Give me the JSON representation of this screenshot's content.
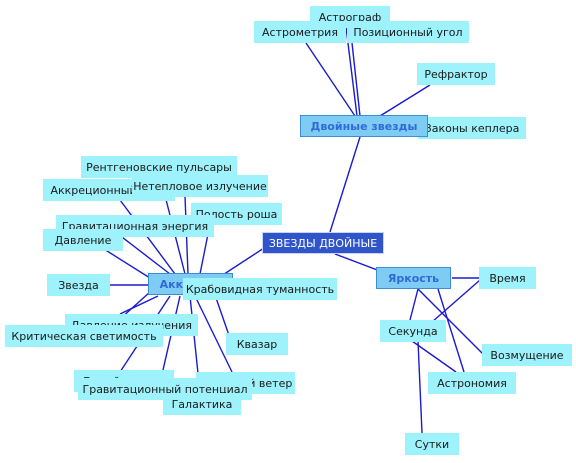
{
  "root": "ЗВЕЗДЫ ДВОЙНЫЕ",
  "hubs": {
    "binary": "Двойные звезды",
    "accretion": "Аккреция",
    "brightness": "Яркость"
  },
  "binary_children": {
    "astrograph": "Астрограф",
    "astrometry": "Астрометрия",
    "position_angle": "Позиционный угол",
    "refractor": "Рефрактор",
    "kepler_laws": "Законы кеплера"
  },
  "accretion_children": {
    "xray_pulsars": "Рентгеновские пульсары",
    "accretion_disk": "Аккреционный диск",
    "nonthermal": "Нетепловое излучение",
    "roche_lobe": "Полость роша",
    "grav_energy": "Гравитационная энергия",
    "pressure": "Давление",
    "star": "Звезда",
    "crab_nebula": "Крабовидная туманность",
    "radiation_pressure": "Давление излучения",
    "critical_luminosity": "Критическая светимость",
    "quasar": "Квазар",
    "white_dwarf": "Белый карлик",
    "grav_potential": "Гравитационный потенциал",
    "stellar_wind": "Звездный ветер",
    "galaxy": "Галактика"
  },
  "brightness_children": {
    "time": "Время",
    "second": "Секунда",
    "excitation": "Возмущение",
    "astronomy": "Астрономия",
    "day": "Сутки"
  }
}
